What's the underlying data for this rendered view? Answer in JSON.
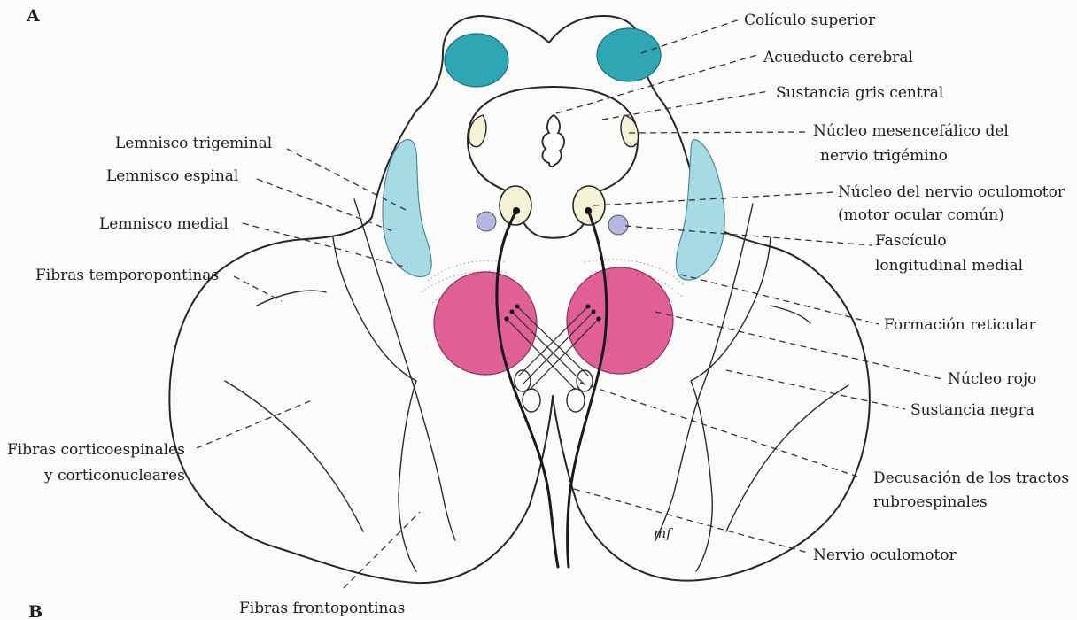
{
  "panel_labels": {
    "top": "A",
    "bottom": "B"
  },
  "colors": {
    "colliculus": "#2ea6b4",
    "lemniscus": "#a6dbe6",
    "red_nucleus": "#e06096",
    "nucleus_pale": "#f5f2d5",
    "mlf": "#b9b5e2",
    "outline": "#262626"
  },
  "labels": {
    "coliculo": "Colículo superior",
    "acueducto": "Acueducto cerebral",
    "gris": "Sustancia gris central",
    "mesenc_1": "Núcleo mesencefálico del",
    "mesenc_2": "nervio trigémino",
    "oculomotor_nuc_1": "Núcleo del nervio oculomotor",
    "oculomotor_nuc_2": "(motor ocular común)",
    "fasciculo_1": "Fascículo",
    "fasciculo_2": "longitudinal medial",
    "reticular": "Formación reticular",
    "rojo": "Núcleo rojo",
    "negra": "Sustancia negra",
    "decus_1": "Decusación de los tractos",
    "decus_2": "rubroespinales",
    "nervio": "Nervio oculomotor",
    "trig": "Lemnisco trigeminal",
    "espinal": "Lemnisco espinal",
    "medial": "Lemnisco medial",
    "temporo": "Fibras temporopontinas",
    "cortico_1": "Fibras corticoespinales",
    "cortico_2": "y corticonucleares",
    "fronto": "Fibras frontopontinas",
    "signature": "mf"
  }
}
